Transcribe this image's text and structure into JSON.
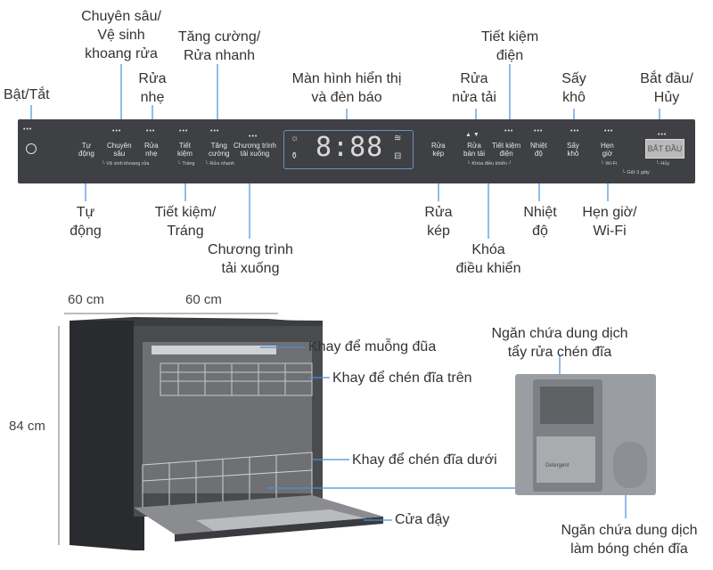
{
  "top_callouts": {
    "power": "Bật/Tắt",
    "intensive": [
      "Chuyên sâu/",
      "Vệ sinh",
      "khoang rửa"
    ],
    "light": [
      "Rửa",
      "nhẹ"
    ],
    "boost": [
      "Tăng cường/",
      "Rửa nhanh"
    ],
    "display": [
      "Màn hình hiển thị",
      "và đèn báo"
    ],
    "half_load": [
      "Rửa",
      "nửa tải"
    ],
    "energy": [
      "Tiết kiệm",
      "điện"
    ],
    "dry": [
      "Sấy",
      "khô"
    ],
    "start": [
      "Bắt đầu/",
      "Hủy"
    ]
  },
  "bottom_callouts": {
    "auto": [
      "Tự",
      "động"
    ],
    "eco": [
      "Tiết kiệm/",
      "Tráng"
    ],
    "download": [
      "Chương trình",
      "tải xuống"
    ],
    "double": [
      "Rửa",
      "kép"
    ],
    "lock": [
      "Khóa",
      "điều khiển"
    ],
    "temp": [
      "Nhiệt",
      "độ"
    ],
    "timer": [
      "Hẹn giờ/",
      "Wi-Fi"
    ]
  },
  "panel": {
    "auto": [
      "Tự",
      "động"
    ],
    "intensive": [
      "Chuyên",
      "sâu"
    ],
    "intensive_sub": "└ Vệ sinh khoang rửa",
    "light": [
      "Rửa",
      "nhẹ"
    ],
    "eco": [
      "Tiết",
      "kiệm"
    ],
    "eco_sub": "└ Tráng",
    "boost": [
      "Tăng",
      "cường"
    ],
    "boost_sub": "└ Rửa nhanh",
    "download": [
      "Chương trình",
      "tải xuống"
    ],
    "digits": "8:88",
    "double": [
      "Rửa",
      "kép"
    ],
    "half": [
      "Rửa",
      "bán tải"
    ],
    "lock_sub": "└ Khóa điều khiển ┘",
    "energy": [
      "Tiết kiệm",
      "điện"
    ],
    "temp": [
      "Nhiệt",
      "độ"
    ],
    "dry": [
      "Sấy",
      "khô"
    ],
    "timer": [
      "Hẹn",
      "giờ"
    ],
    "wifi_sub": "└ Wi-Fi",
    "start_label": "BẮT ĐẦU",
    "cancel_sub": "└ Hủy",
    "hold_sub": "└ Giữ 3 giây",
    "dots": "•••"
  },
  "dimensions": {
    "width1": "60 cm",
    "width2": "60 cm",
    "height": "84 cm"
  },
  "parts": {
    "cutlery_tray": "Khay để muỗng đũa",
    "upper_rack": "Khay để chén đĩa trên",
    "lower_rack": "Khay để chén đĩa dưới",
    "door": "Cửa đậy",
    "detergent": [
      "Ngăn chứa dung dịch",
      "tẩy rửa chén đĩa"
    ],
    "rinse_aid": [
      "Ngăn chứa dung dịch",
      "làm bóng chén đĩa"
    ],
    "photo_brand": "Detergent"
  },
  "colors": {
    "panel": "#3f4044",
    "line": "#4a90d9",
    "body": "#2f3033"
  }
}
